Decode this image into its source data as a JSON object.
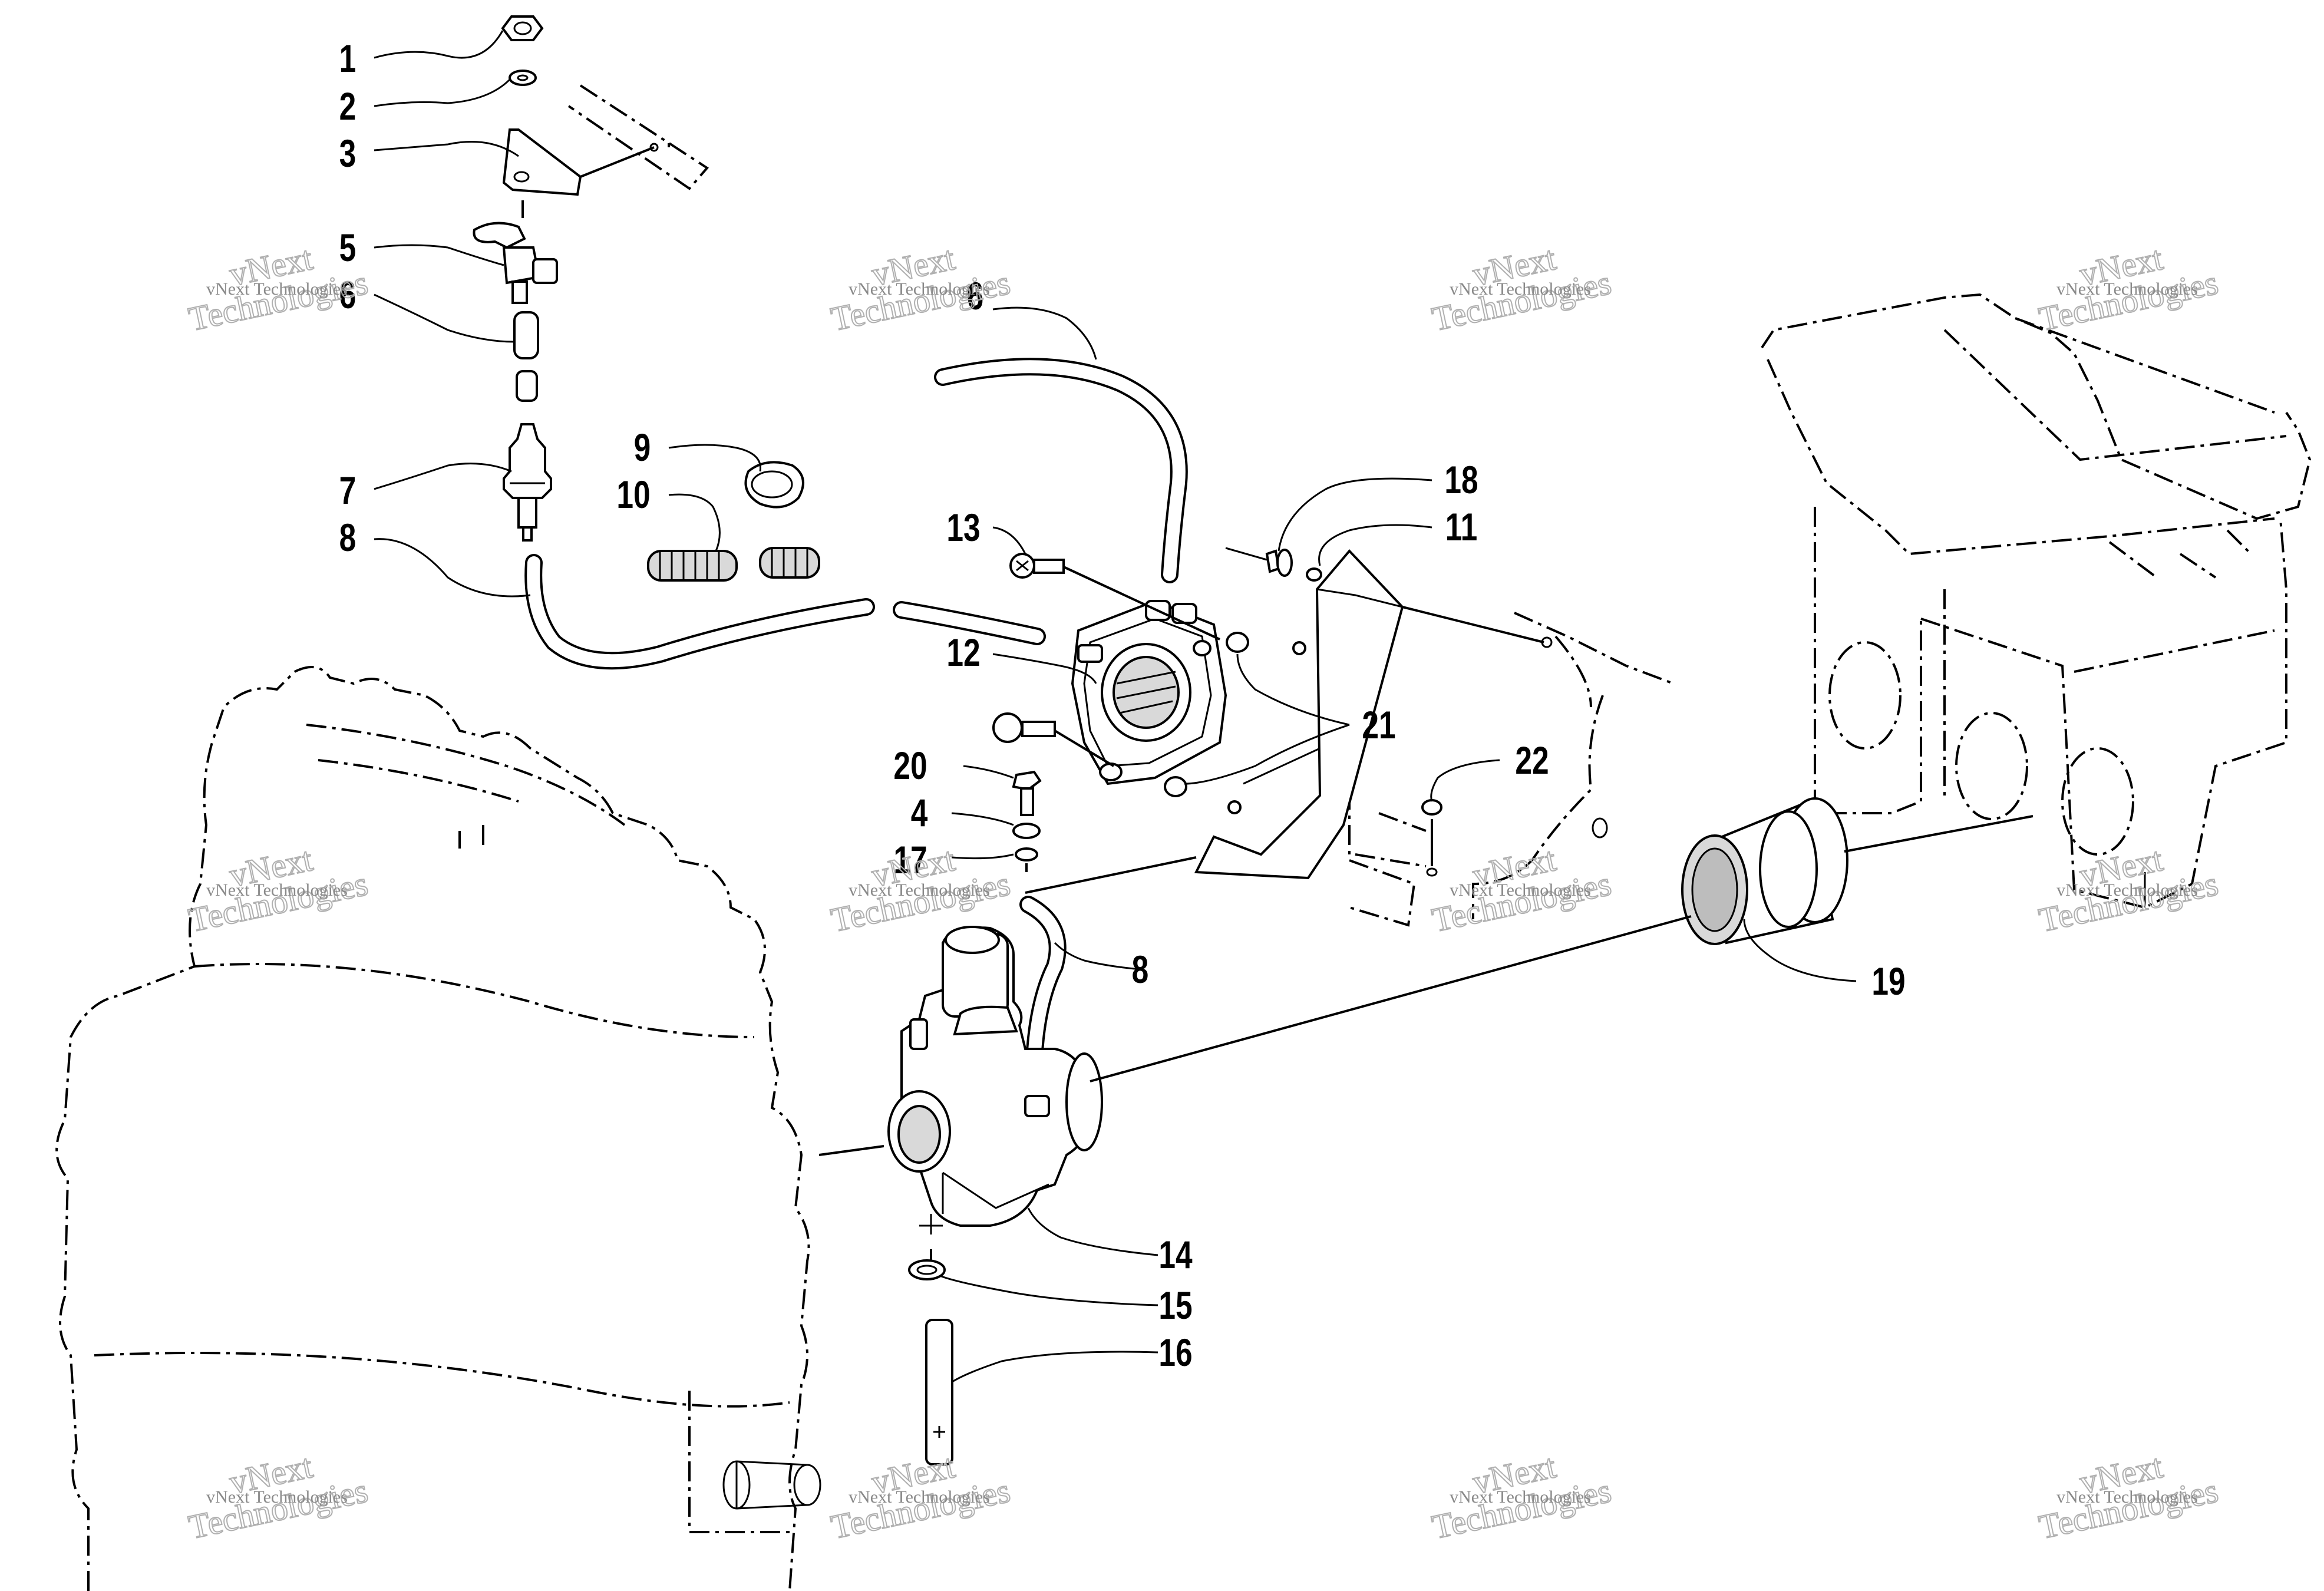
{
  "diagram": {
    "callouts": [
      "1",
      "2",
      "3",
      "5",
      "6",
      "7",
      "8",
      "9",
      "10",
      "13",
      "12",
      "20",
      "4",
      "17",
      "18",
      "11",
      "21",
      "22",
      "19",
      "8",
      "14",
      "15",
      "16",
      "6"
    ],
    "watermark": {
      "small_text": "vNext Technologies",
      "big_line1": "vNext",
      "big_line2": "Technologies"
    }
  }
}
